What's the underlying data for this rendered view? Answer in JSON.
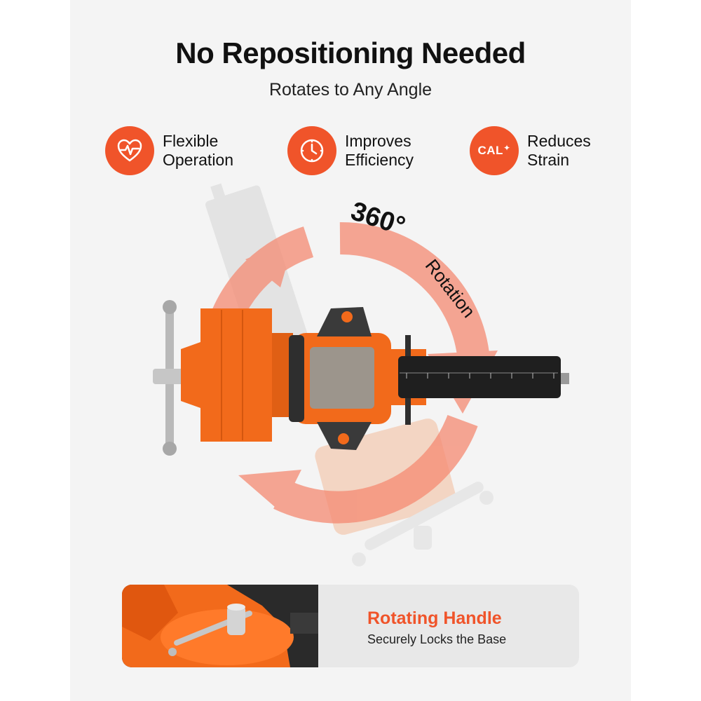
{
  "header": {
    "title": "No Repositioning Needed",
    "subtitle": "Rotates to Any Angle"
  },
  "features": [
    {
      "icon": "heart-pulse-icon",
      "label": "Flexible\nOperation"
    },
    {
      "icon": "clock-icon",
      "label": "Improves\nEfficiency"
    },
    {
      "icon": "cal-icon",
      "badge_text": "CAL",
      "label": "Reduces\nStrain"
    }
  ],
  "rotation": {
    "number": "360°",
    "word": "Rotation"
  },
  "banner": {
    "title": "Rotating Handle",
    "subtitle": "Securely Locks the Base"
  },
  "colors": {
    "accent": "#f0542a",
    "vise_orange": "#f26a1b",
    "arrow": "#f58a72",
    "background": "#f4f4f4",
    "banner_bg": "#e8e8e8"
  }
}
